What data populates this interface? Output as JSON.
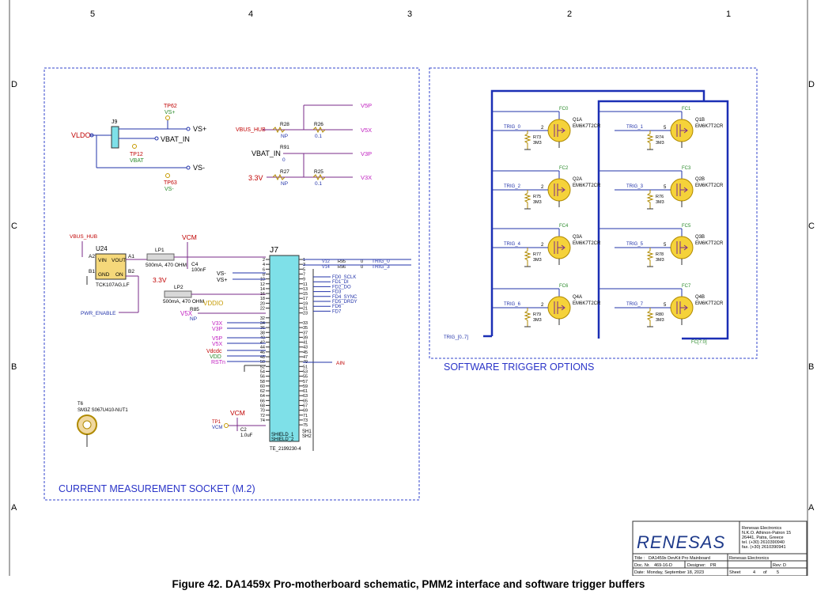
{
  "zones": {
    "cols": [
      "5",
      "4",
      "3",
      "2",
      "1"
    ],
    "rows": [
      "D",
      "C",
      "B",
      "A"
    ]
  },
  "left_block": {
    "title": "CURRENT MEASUREMENT SOCKET (M.2)",
    "power": {
      "vldo": "VLDO",
      "j9": "J9",
      "vs_plus": "VS+",
      "vs_minus": "VS-",
      "vbat_in": "VBAT_IN",
      "tp62": "TP62",
      "tp12": "TP12",
      "tp63": "TP63",
      "vbat": "VBAT",
      "vbus_hub": "VBUS_HUB",
      "r28": "R28",
      "r26": "R26",
      "np": "NP",
      "val_01": "0.1",
      "val_0": "0",
      "v5p": "V5P",
      "v5x": "V5X",
      "v3p": "V3P",
      "v3x": "V3X",
      "r91": "R91",
      "r27": "R27",
      "r25": "R25",
      "v33": "3.3V"
    },
    "u24": {
      "ref": "U24",
      "part": "TCK107AG,LF",
      "vbus": "VBUS_HUB",
      "vin": "VIN",
      "vout": "VOUT",
      "gnd": "GND",
      "on": "ON",
      "a2": "A2",
      "a1": "A1",
      "b1": "B1",
      "b2": "B2",
      "pwr_enable": "PWR_ENABLE",
      "lp1": "LP1",
      "lp1_val": "500mA, 470 OHM",
      "lp2": "LP2",
      "lp2_val": "500mA, 470 OHM",
      "c4": "C4",
      "c4_val": "100nF",
      "vcm": "VCM",
      "v33": "3.3V",
      "vddio": "VDDIO",
      "v5x": "V5X",
      "r85": "R85",
      "np": "NP"
    },
    "j7": {
      "ref": "J7",
      "part": "TE_2199230-4",
      "left_pins": [
        "2",
        "4",
        "6",
        "8",
        "10",
        "12",
        "14",
        "16",
        "18",
        "20",
        "22",
        "",
        "32",
        "34",
        "36",
        "38",
        "40",
        "42",
        "44",
        "46",
        "48",
        "50",
        "52",
        "54",
        "56",
        "58",
        "60",
        "62",
        "64",
        "66",
        "68",
        "70",
        "72",
        "74"
      ],
      "right_pins": [
        "1",
        "3",
        "5",
        "7",
        "9",
        "11",
        "13",
        "15",
        "17",
        "19",
        "21",
        "23",
        "",
        "33",
        "35",
        "37",
        "39",
        "41",
        "43",
        "45",
        "47",
        "49",
        "51",
        "53",
        "55",
        "57",
        "59",
        "61",
        "63",
        "65",
        "67",
        "69",
        "71",
        "73",
        "75"
      ],
      "shield1": "SHIELD_1",
      "shield2": "SHIELD_2",
      "sh1": "SH1",
      "sh2": "SH2",
      "vs_minus": "VS-",
      "vs_plus": "VS+",
      "v3x": "V3X",
      "v3p": "V3P",
      "v5p": "V5P",
      "v5x": "V5X",
      "vdcdc": "Vdcdc",
      "vdd": "VDD",
      "rstn": "RSTn",
      "v12": "V12",
      "v14": "V14",
      "r95": "R95",
      "r96": "R96",
      "zero": "0",
      "trig0": "TRIG_0",
      "trig3": "TRIG_3",
      "bus": [
        "FD0_SCLK",
        "FD1_DI",
        "FD2_DO",
        "FD3",
        "FD4_SYNC",
        "FD5_DRDY",
        "FD6",
        "FD7"
      ],
      "ain": "AIN"
    },
    "t6": {
      "ref": "T6",
      "part": "SM3Z S067U410-NUT1"
    },
    "tp1": {
      "ref": "TP1",
      "net": "VCM",
      "vcm": "VCM",
      "c2": "C2",
      "c2_val": "1.0uF"
    }
  },
  "right_block": {
    "title": "SOFTWARE TRIGGER OPTIONS",
    "part": "EM6K7T2CR",
    "res_val": "3M3",
    "pin": "2",
    "pin_b": "5",
    "left": [
      {
        "fc": "FC0",
        "q": "Q1A",
        "trig": "TRIG_0",
        "r": "R73"
      },
      {
        "fc": "FC2",
        "q": "Q2A",
        "trig": "TRIG_2",
        "r": "R75"
      },
      {
        "fc": "FC4",
        "q": "Q3A",
        "trig": "TRIG_4",
        "r": "R77"
      },
      {
        "fc": "FC6",
        "q": "Q4A",
        "trig": "TRIG_6",
        "r": "R79"
      }
    ],
    "right": [
      {
        "fc": "FC1",
        "q": "Q1B",
        "trig": "TRIG_1",
        "r": "R74"
      },
      {
        "fc": "FC3",
        "q": "Q2B",
        "trig": "TRIG_3",
        "r": "R76"
      },
      {
        "fc": "FC5",
        "q": "Q3B",
        "trig": "TRIG_5",
        "r": "R78"
      },
      {
        "fc": "FC7",
        "q": "Q4B",
        "trig": "TRIG_7",
        "r": "R80"
      }
    ],
    "trig_bus": "TRIG_[0..7]",
    "fc_bus": "FC[7:0]"
  },
  "title_block": {
    "logo": "RENESAS",
    "address": [
      "Renesas Electronics",
      "N.K.O. Athinon-Patron 15",
      "26441, Patra, Greece",
      "tel. (+30) 2610390940",
      "fax. (+30) 2610390941"
    ],
    "title_label": "Title :",
    "title": "DA1459x DevKit Pro Mainboard",
    "company": "Renesas Electronics",
    "doc_label": "Doc. Nr.",
    "doc": "469-16-D",
    "designer_label": "Designer:",
    "designer": "PR",
    "rev_label": "Rev:",
    "rev": "D",
    "date_label": "Date:",
    "date": "Monday, September 18, 2023",
    "sheet_label": "Sheet",
    "sheet": "4",
    "of": "of",
    "total": "5"
  },
  "caption": "Figure 42. DA1459x Pro-motherboard schematic, PMM2 interface and software trigger buffers"
}
